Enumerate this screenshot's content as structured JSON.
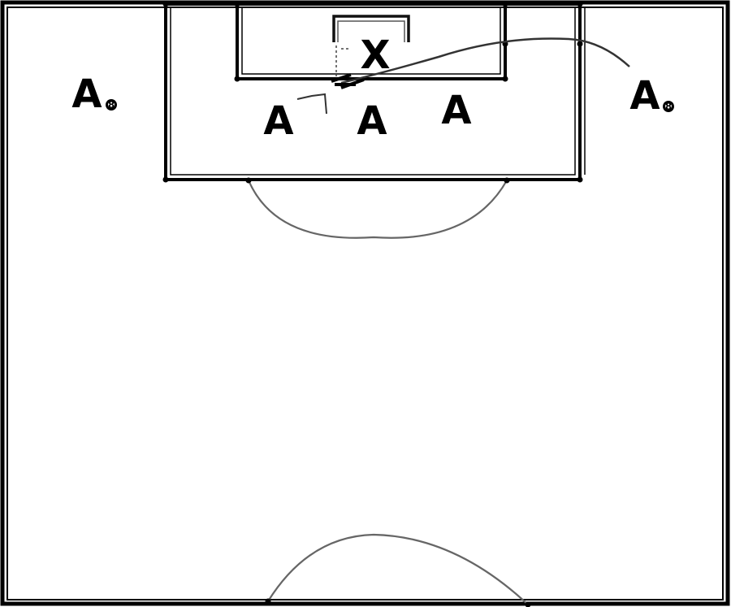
{
  "diagram": {
    "type": "soccer-drill-half-pitch",
    "line_color": "#000000",
    "arc_color": "#666666",
    "background": "#ffffff"
  },
  "players": [
    {
      "id": "attacker-left-wing",
      "label": "A",
      "sub": "8"
    },
    {
      "id": "attacker-near-post",
      "label": "A",
      "sub": ""
    },
    {
      "id": "attacker-center",
      "label": "A",
      "sub": ""
    },
    {
      "id": "attacker-far",
      "label": "A",
      "sub": ""
    },
    {
      "id": "attacker-right-wing",
      "label": "A",
      "sub": "8"
    }
  ],
  "keeper": {
    "label": "X"
  }
}
